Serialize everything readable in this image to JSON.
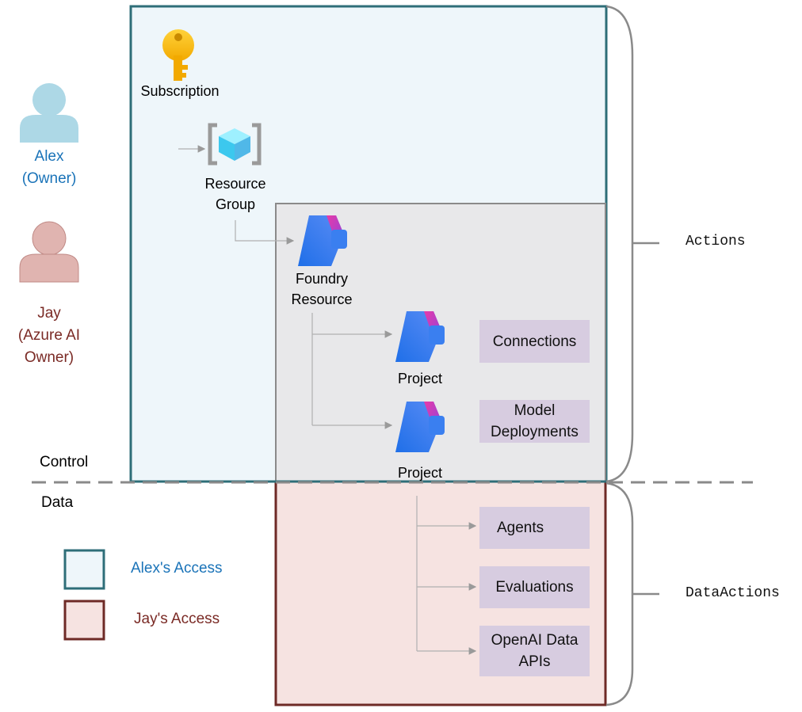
{
  "people": [
    {
      "name": "Alex\n(Owner)",
      "color": "#1a73b8",
      "icon": "person-icon"
    },
    {
      "name": "Jay\n(Azure AI\nOwner)",
      "color": "#7a2a25",
      "icon": "person-icon"
    }
  ],
  "nodes": {
    "subscription": {
      "label": "Subscription",
      "icon": "key-icon"
    },
    "resource_group": {
      "label": "Resource\nGroup",
      "icon": "resource-group-icon"
    },
    "foundry": {
      "label": "Foundry\nResource",
      "icon": "foundry-icon"
    },
    "project1": {
      "label": "Project",
      "icon": "foundry-icon"
    },
    "project2": {
      "label": "Project",
      "icon": "foundry-icon"
    }
  },
  "boxes": {
    "connections": "Connections",
    "model_deployments": "Model\nDeployments",
    "agents": "Agents",
    "evaluations": "Evaluations",
    "openai_data_apis": "OpenAI Data\nAPIs"
  },
  "planes": {
    "control": "Control",
    "data": "Data"
  },
  "brackets": {
    "actions": "Actions",
    "data_actions": "DataActions"
  },
  "legend": [
    {
      "label": "Alex's Access",
      "fill": "#eef6fa",
      "border": "#2e6e78",
      "text_color": "#1a73b8"
    },
    {
      "label": "Jay's Access",
      "fill": "#f6e3e1",
      "border": "#6e2a26",
      "text_color": "#7a2a25"
    }
  ],
  "colors": {
    "alex_region_fill": "#eef6fa",
    "alex_region_border": "#2e6e78",
    "foundry_region_fill": "#e8e8ea",
    "foundry_region_border": "#8a8a8a",
    "jay_region_fill": "#f6e3e1",
    "jay_region_border": "#6e2a26",
    "box_fill": "#d7cce0"
  }
}
